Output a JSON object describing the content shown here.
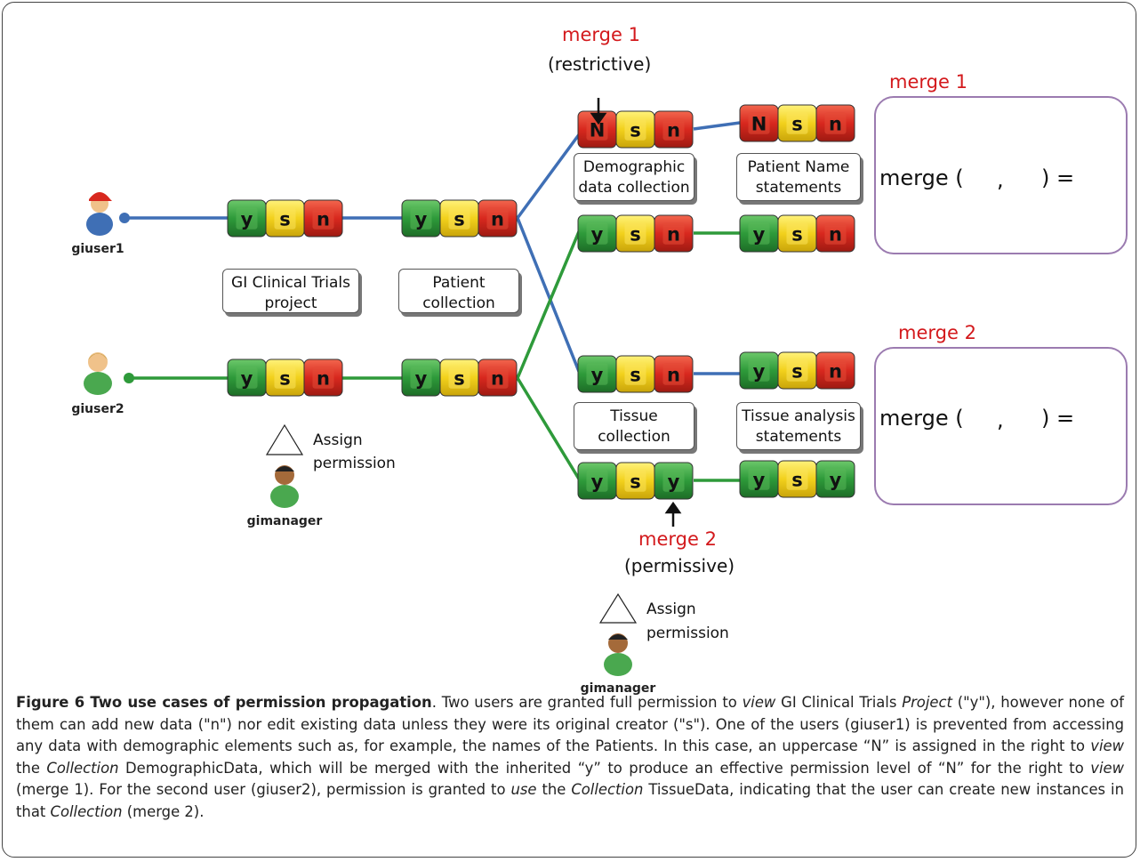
{
  "users": {
    "giuser1": "giuser1",
    "giuser2": "giuser2",
    "gimanager": "gimanager"
  },
  "cards": {
    "gi_project": "GI Clinical Trials project",
    "patient_collection": "Patient collection",
    "demographic": "Demographic data collection",
    "patient_name": "Patient Name statements",
    "tissue": "Tissue collection",
    "tissue_analysis": "Tissue analysis statements"
  },
  "annotations": {
    "merge1_top": "merge 1",
    "merge1_mode": "(restrictive)",
    "merge2_bottom": "merge 2",
    "merge2_mode": "(permissive)",
    "assign1": "Assign",
    "assign1b": "permission",
    "assign2": "Assign",
    "assign2b": "permission",
    "merge1_box_title": "merge 1",
    "merge2_box_title": "merge 2",
    "merge_word": "merge (",
    "comma": ",",
    "equals": ") ="
  },
  "tiles": {
    "y": "y",
    "s": "s",
    "n": "n",
    "N": "N",
    "dash": "-"
  },
  "colors": {
    "green": "#2e9a3a",
    "yellow": "#f2d11c",
    "red": "#d8281e",
    "blue_line": "#3f6fb5",
    "green_line": "#2e9a3a",
    "merge_red": "#d3191c",
    "box_border": "#9b7bb0"
  },
  "caption": {
    "title": "Figure 6 Two use cases of permission propagation",
    "text": "Two users are granted full permission to view GI Clinical Trials Project (\"y\"), however none of them can add new data (\"n\") nor edit existing data unless they were its original creator (\"s\"). One of the users (giuser1) is prevented from accessing any data with demographic elements such as, for example, the names of the Patients. In this case, an uppercase “N” is assigned in the right to view the Collection DemographicData, which will be merged with the inherited “y” to produce an effective permission level of “N” for the right to view (merge 1). For the second user (giuser2), permission is granted to use the Collection TissueData, indicating that the user can create new instances in that Collection (merge 2).",
    "segments": {
      "s1": ". Two users are granted full permission to ",
      "view": "view",
      "s2": " GI Clinical Trials ",
      "project": "Project",
      "s3": " (\"y\"), however none of them can add new data (\"n\") nor edit existing data unless they were its original creator (\"s\"). One of the users (giuser1) is prevented from accessing any data with demographic elements such as, for example, the names of the Patients. In this case, an uppercase “N” is assigned in the right to ",
      "view2": "view",
      "s4": " the ",
      "collection": "Collection",
      "s5": " DemographicData, which will be merged with the inherited “y” to produce an effective permission level of “N” for the right to ",
      "view3": "view",
      "s6": " (merge 1). For the second user (giuser2), permission is granted to ",
      "use": "use",
      "s7": " the ",
      "collection2": "Collection",
      "s8": " TissueData, indicating that the user can create new instances in that ",
      "collection3": "Collection",
      "s9": " (merge 2)."
    }
  }
}
